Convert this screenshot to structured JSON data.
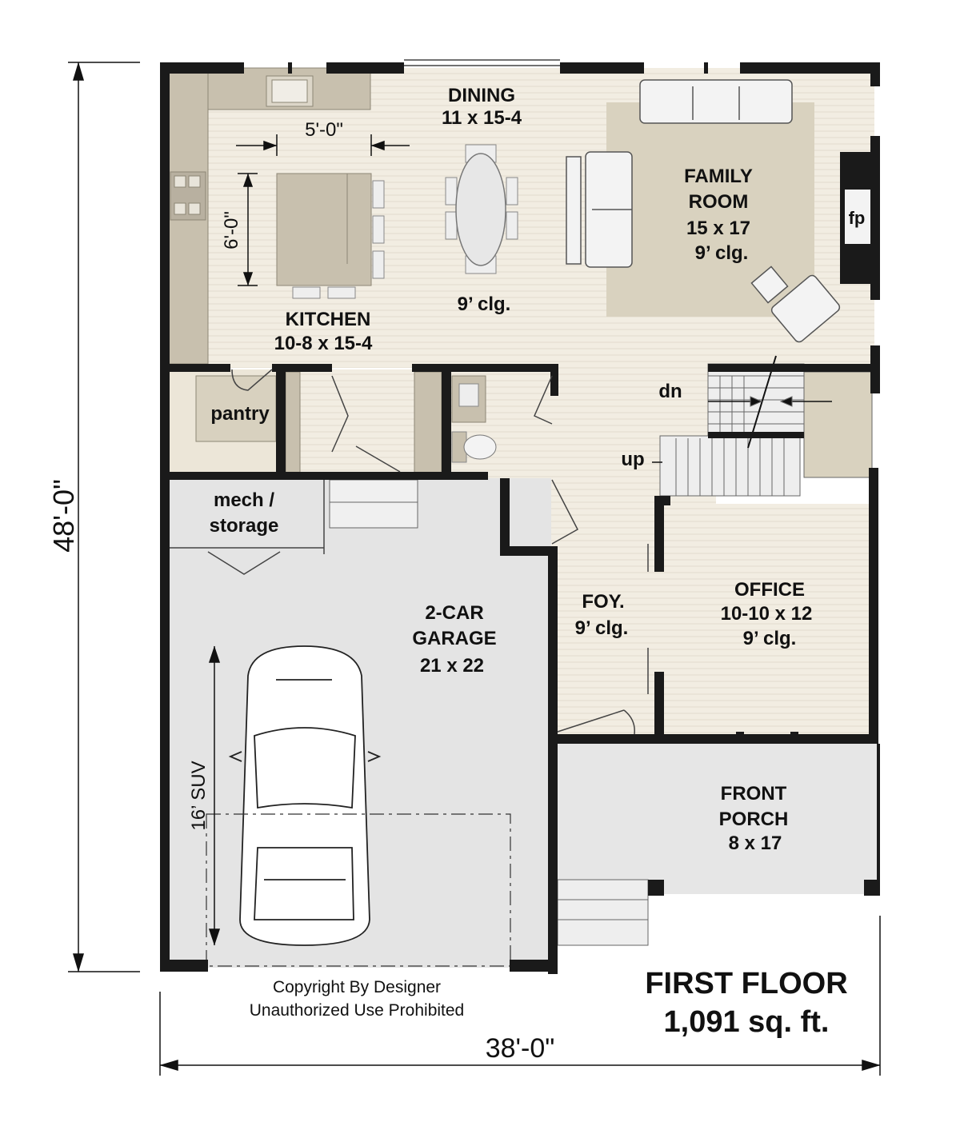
{
  "plan": {
    "title": "FIRST FLOOR",
    "area": "1,091 sq. ft.",
    "copyright_line1": "Copyright By Designer",
    "copyright_line2": "Unauthorized Use Prohibited",
    "overall_width": "38'-0\"",
    "overall_depth": "48'-0\""
  },
  "rooms": {
    "dining": {
      "name": "DINING",
      "size": "11 x 15-4"
    },
    "family": {
      "name1": "FAMILY",
      "name2": "ROOM",
      "size": "15 x 17",
      "ceiling": "9’ clg."
    },
    "kitchen": {
      "name": "KITCHEN",
      "size": "10-8 x 15-4",
      "ceiling": "9’ clg."
    },
    "pantry": {
      "name": "pantry"
    },
    "mech": {
      "name1": "mech /",
      "name2": "storage"
    },
    "garage": {
      "name1": "2-CAR",
      "name2": "GARAGE",
      "size": "21 x 22"
    },
    "foyer": {
      "name": "FOY.",
      "ceiling": "9’ clg."
    },
    "office": {
      "name": "OFFICE",
      "size": "10-10 x 12",
      "ceiling": "9’ clg."
    },
    "porch": {
      "name1": "FRONT",
      "name2": "PORCH",
      "size": "8 x 17"
    }
  },
  "annotations": {
    "fireplace": "fp",
    "stair_down": "dn",
    "stair_up": "up",
    "island_width": "5'-0\"",
    "island_length": "6'-0\"",
    "suv_length": "16’ SUV"
  },
  "colors": {
    "wall": "#1a1a1a",
    "wood_floor": "#f2ede2",
    "rug": "#d9d2bf",
    "cabinet": "#c8c0ae",
    "garage_floor": "#e4e4e4",
    "porch_floor": "#e6e6e6"
  }
}
